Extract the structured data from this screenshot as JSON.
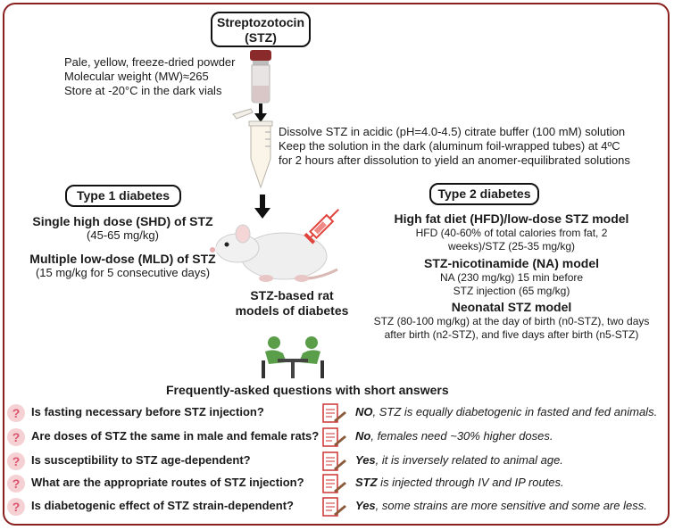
{
  "title": {
    "line1": "Streptozotocin",
    "line2": "(STZ)"
  },
  "properties": [
    "Pale, yellow, freeze-dried powder",
    "Molecular weight (MW)≈265",
    "Store at -20°C in the dark vials"
  ],
  "dissolve": [
    "Dissolve STZ in acidic (pH=4.0-4.5) citrate buffer (100 mM) solution",
    "Keep the solution in the dark (aluminum foil-wrapped tubes) at 4ºC",
    "for 2 hours after dissolution to yield an anomer-equilibrated solutions"
  ],
  "type1": {
    "heading": "Type 1 diabetes",
    "models": [
      {
        "name": "Single high dose (SHD) of STZ",
        "detail": "(45-65 mg/kg)"
      },
      {
        "name": "Multiple low-dose (MLD) of STZ",
        "detail": "(15 mg/kg for 5 consecutive days)"
      }
    ]
  },
  "center_label": {
    "line1": "STZ-based rat",
    "line2": "models of diabetes"
  },
  "type2": {
    "heading": "Type 2 diabetes",
    "models": [
      {
        "name": "High fat diet (HFD)/low-dose STZ model",
        "detail1": "HFD (40-60% of total calories from fat, 2",
        "detail2": "weeks)/STZ (25-35 mg/kg)"
      },
      {
        "name": "STZ-nicotinamide (NA) model",
        "detail1": "NA (230 mg/kg) 15 min before",
        "detail2": "STZ injection (65 mg/kg)"
      },
      {
        "name": "Neonatal STZ model",
        "detail1": "STZ (80-100 mg/kg) at the day of birth (n0-STZ), two days",
        "detail2": "after birth (n2-STZ), and five days after birth (n5-STZ)"
      }
    ]
  },
  "faq": {
    "heading": "Frequently-asked questions with short answers",
    "qmark": "?",
    "items": [
      {
        "q": "Is fasting necessary before STZ injection?",
        "a_bold": "NO",
        "a_rest": ", STZ is equally diabetogenic in fasted and fed animals."
      },
      {
        "q": "Are doses of STZ the same in male and female rats?",
        "a_bold": "No",
        "a_rest": ", females need ~30% higher doses."
      },
      {
        "q": "Is susceptibility to STZ age-dependent?",
        "a_bold": "Yes",
        "a_rest": ", it is inversely related to animal age."
      },
      {
        "q": "What are the appropriate routes of STZ injection?",
        "a_bold": "STZ",
        "a_rest": " is  injected through IV and IP routes."
      },
      {
        "q": "Is diabetogenic effect of STZ strain-dependent?",
        "a_bold": "Yes",
        "a_rest": ", some strains are more sensitive and some are less."
      }
    ]
  },
  "colors": {
    "border": "#8b2020",
    "accent": "#d9536c",
    "syringe": "#e0443e",
    "people": "#5a9e4a"
  }
}
